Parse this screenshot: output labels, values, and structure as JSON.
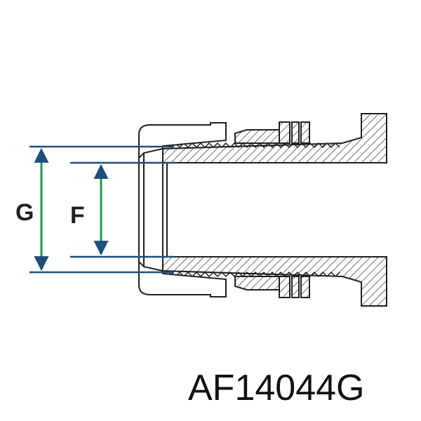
{
  "dimensions": {
    "outer_label": "G",
    "inner_label": "F"
  },
  "model": {
    "code": "AF14044G"
  },
  "colors": {
    "outline": "#231f20",
    "dimension_line": "#1f4e79",
    "arrow": "#1a9a4a",
    "background": "#ffffff"
  }
}
